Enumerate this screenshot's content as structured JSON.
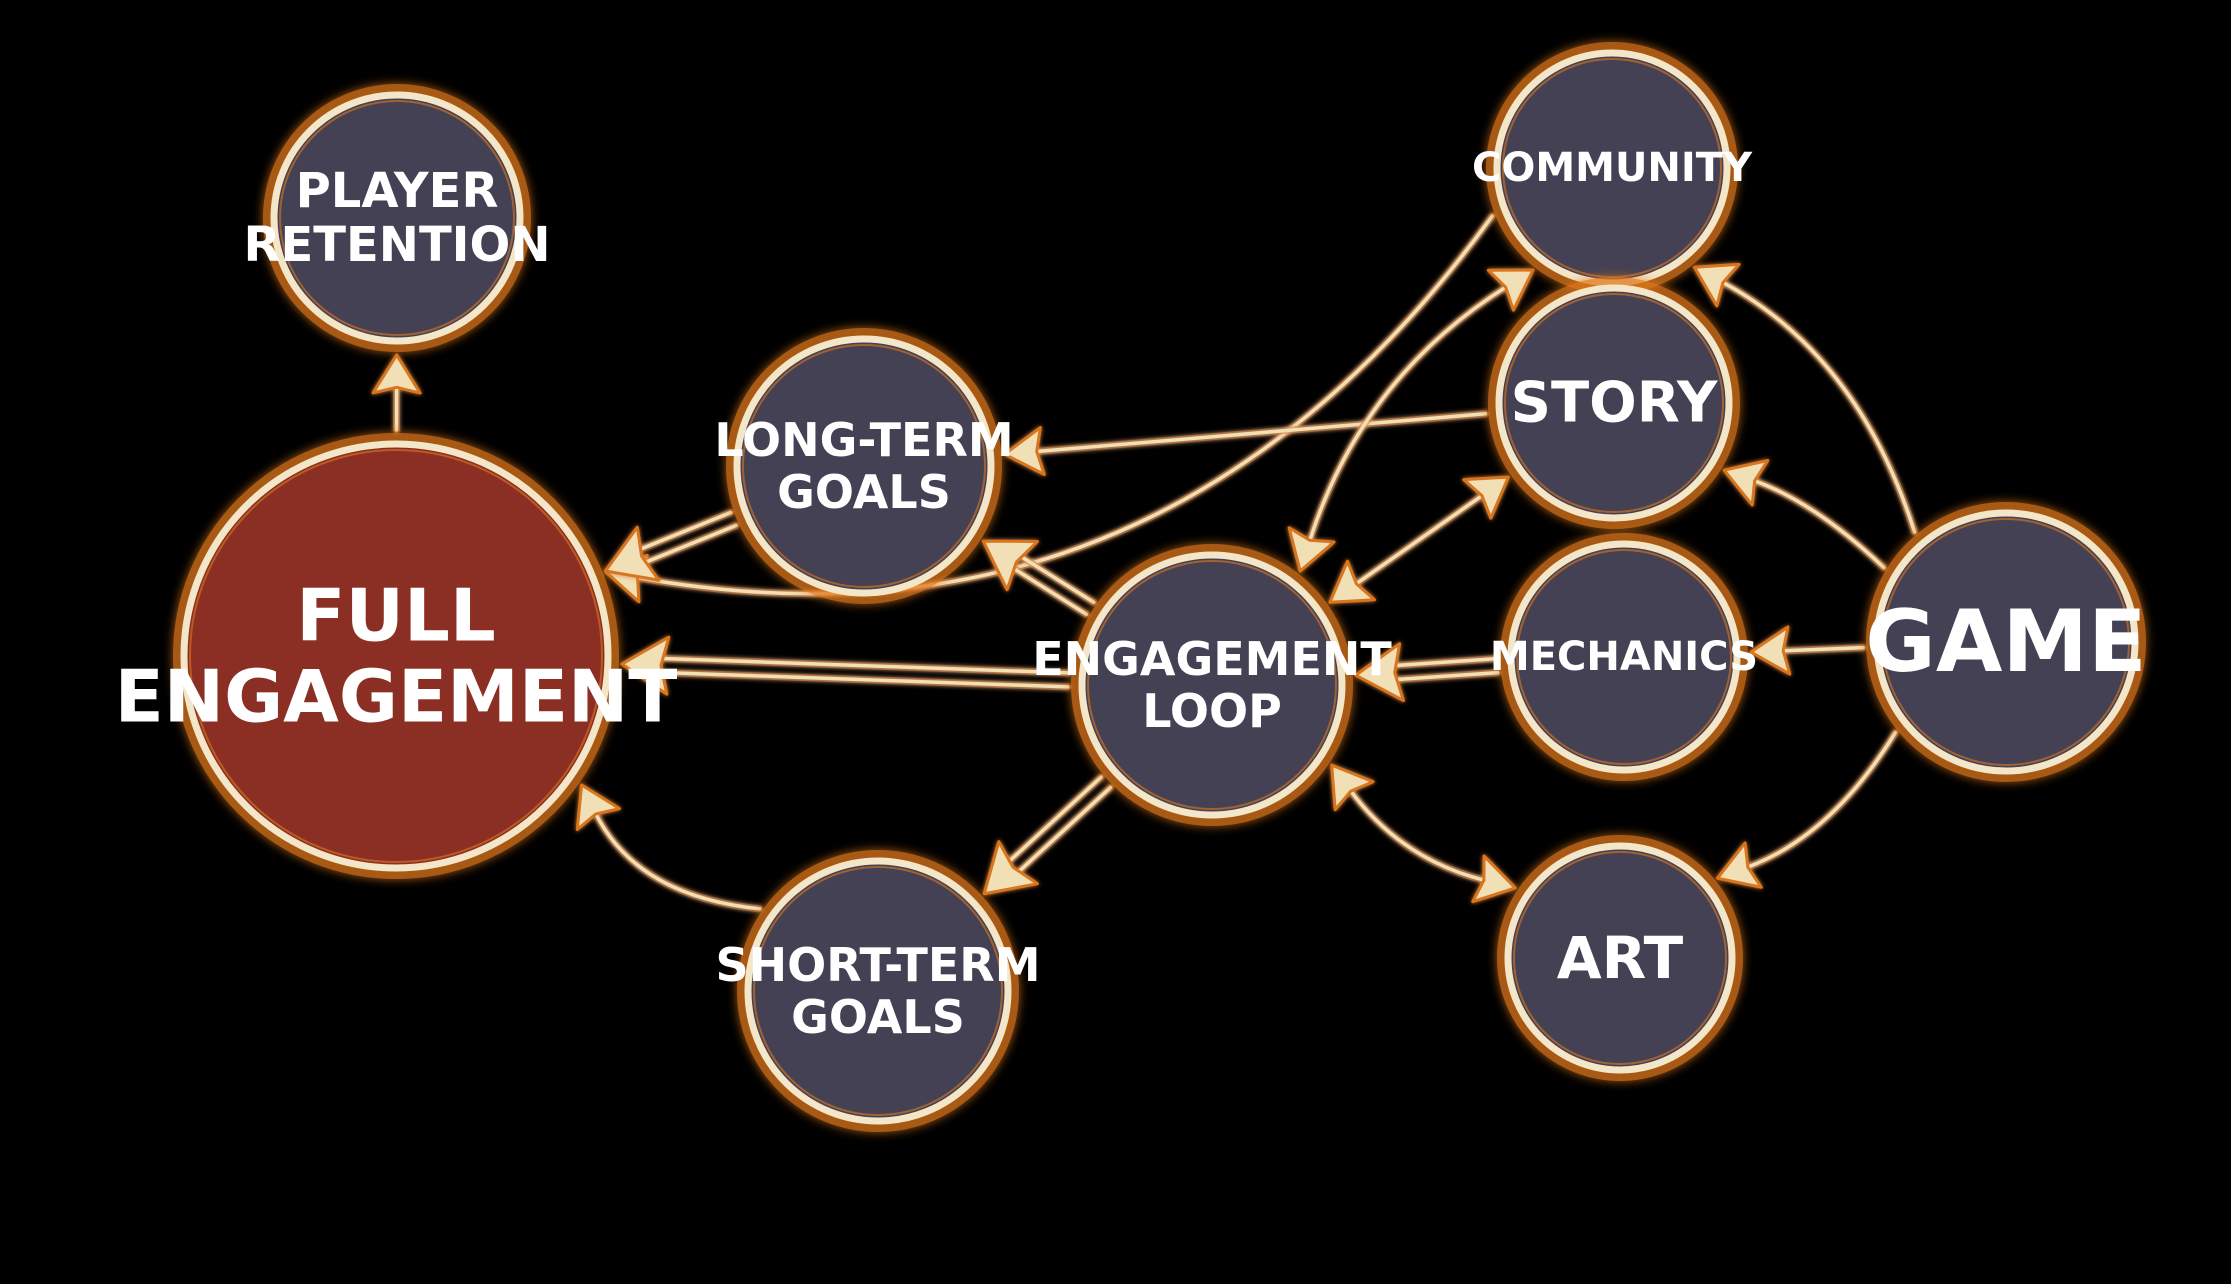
{
  "colors": {
    "background": "#000000",
    "node_fill": "#454154",
    "node_fill_accent": "#8b2f24",
    "node_stroke": "#f4e6c8",
    "node_glow": "#e0781d",
    "arrow": "#f1dfb6",
    "arrow_glow": "#d9751c",
    "text": "#ffffff"
  },
  "nodes": {
    "player_retention": {
      "lines": [
        "PLAYER",
        "RETENTION"
      ]
    },
    "full_engagement": {
      "lines": [
        "FULL",
        "ENGAGEMENT"
      ]
    },
    "long_term_goals": {
      "lines": [
        "LONG-TERM",
        "GOALS"
      ]
    },
    "engagement_loop": {
      "lines": [
        "ENGAGEMENT",
        "LOOP"
      ]
    },
    "short_term_goals": {
      "lines": [
        "SHORT-TERM",
        "GOALS"
      ]
    },
    "community": {
      "lines": [
        "COMMUNITY"
      ]
    },
    "story": {
      "lines": [
        "STORY"
      ]
    },
    "mechanics": {
      "lines": [
        "MECHANICS"
      ]
    },
    "art": {
      "lines": [
        "ART"
      ]
    },
    "game": {
      "lines": [
        "GAME"
      ]
    }
  },
  "edges": [
    {
      "from": "full_engagement",
      "to": "player_retention",
      "style": "single"
    },
    {
      "from": "community",
      "to": "full_engagement",
      "style": "single"
    },
    {
      "from": "long_term_goals",
      "to": "full_engagement",
      "style": "double"
    },
    {
      "from": "engagement_loop",
      "to": "full_engagement",
      "style": "double"
    },
    {
      "from": "short_term_goals",
      "to": "full_engagement",
      "style": "single"
    },
    {
      "from": "story",
      "to": "long_term_goals",
      "style": "single"
    },
    {
      "from": "engagement_loop",
      "to": "long_term_goals",
      "style": "double"
    },
    {
      "from": "engagement_loop",
      "to": "short_term_goals",
      "style": "double"
    },
    {
      "from": "community",
      "to": "engagement_loop",
      "style": "bidirectional"
    },
    {
      "from": "story",
      "to": "engagement_loop",
      "style": "bidirectional"
    },
    {
      "from": "mechanics",
      "to": "engagement_loop",
      "style": "double"
    },
    {
      "from": "art",
      "to": "engagement_loop",
      "style": "bidirectional"
    },
    {
      "from": "game",
      "to": "community",
      "style": "single"
    },
    {
      "from": "game",
      "to": "story",
      "style": "single"
    },
    {
      "from": "game",
      "to": "mechanics",
      "style": "single"
    },
    {
      "from": "game",
      "to": "art",
      "style": "single"
    }
  ]
}
